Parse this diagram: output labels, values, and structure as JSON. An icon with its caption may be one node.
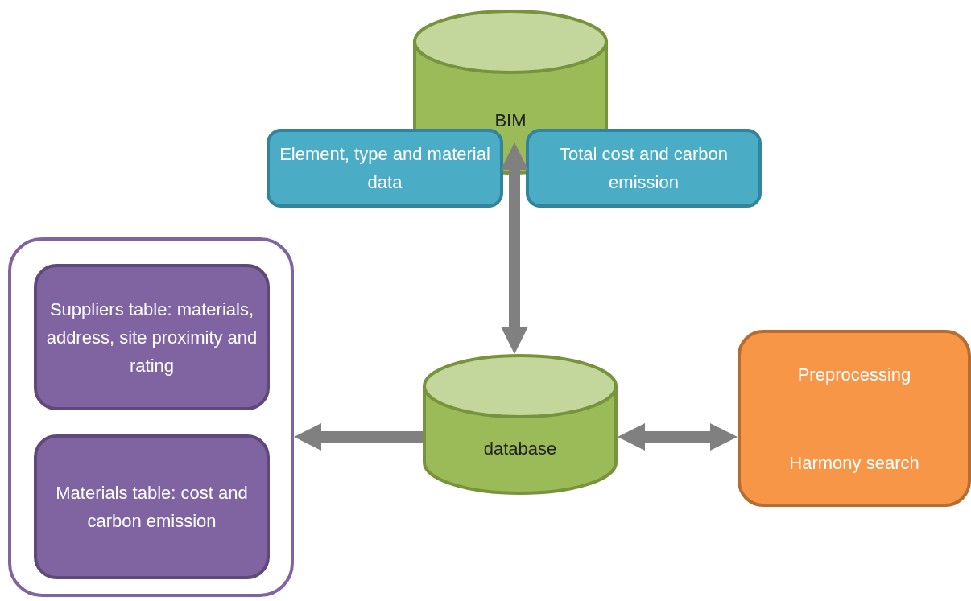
{
  "diagram": {
    "nodes": [
      {
        "text": [
          "BIM"
        ]
      },
      {
        "text": [
          "Element, type and material data"
        ]
      },
      {
        "text": [
          "Total cost and carbon emission"
        ]
      },
      {
        "text": [],
        "shape": "box"
      },
      {
        "text": [
          "Suppliers table: materials, address, site proximity and rating"
        ],
        "in": 3
      },
      {
        "text": [
          "Materials table: cost and carbon emission"
        ],
        "in": 3
      },
      {
        "text": [
          "database"
        ]
      },
      {
        "text": [
          "Preprocessing",
          "Harmony search"
        ]
      }
    ],
    "edges": [
      {
        "from": 0,
        "to": 6,
        "arrow": "both"
      },
      {
        "from": 6,
        "to": 3,
        "arrow": "to"
      },
      {
        "from": 6,
        "to": 7,
        "arrow": "both"
      }
    ]
  }
}
